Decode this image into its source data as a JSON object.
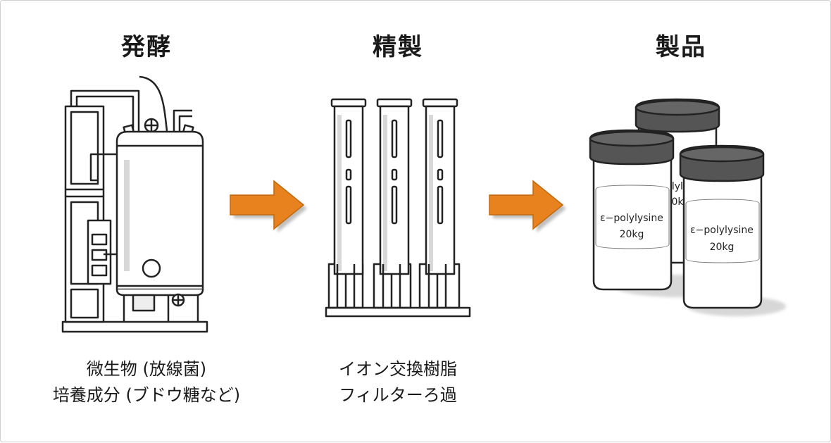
{
  "stages": [
    {
      "title": "発酵",
      "lines": [
        "微生物 (放線菌)",
        "培養成分 (ブドウ糖など)"
      ]
    },
    {
      "title": "精製",
      "lines": [
        "イオン交換樹脂",
        "フィルターろ過"
      ]
    },
    {
      "title": "製品",
      "lines": []
    }
  ],
  "product_label": {
    "name": "ε−polylysine",
    "weight": "20kg"
  },
  "colors": {
    "arrow": "#E8821E",
    "arrow_outline": "#C06A10",
    "lid": "#555555"
  },
  "icons": [
    "fermenter-tank-icon",
    "ion-exchange-columns-icon",
    "product-jars-icon",
    "process-arrow-icon"
  ]
}
